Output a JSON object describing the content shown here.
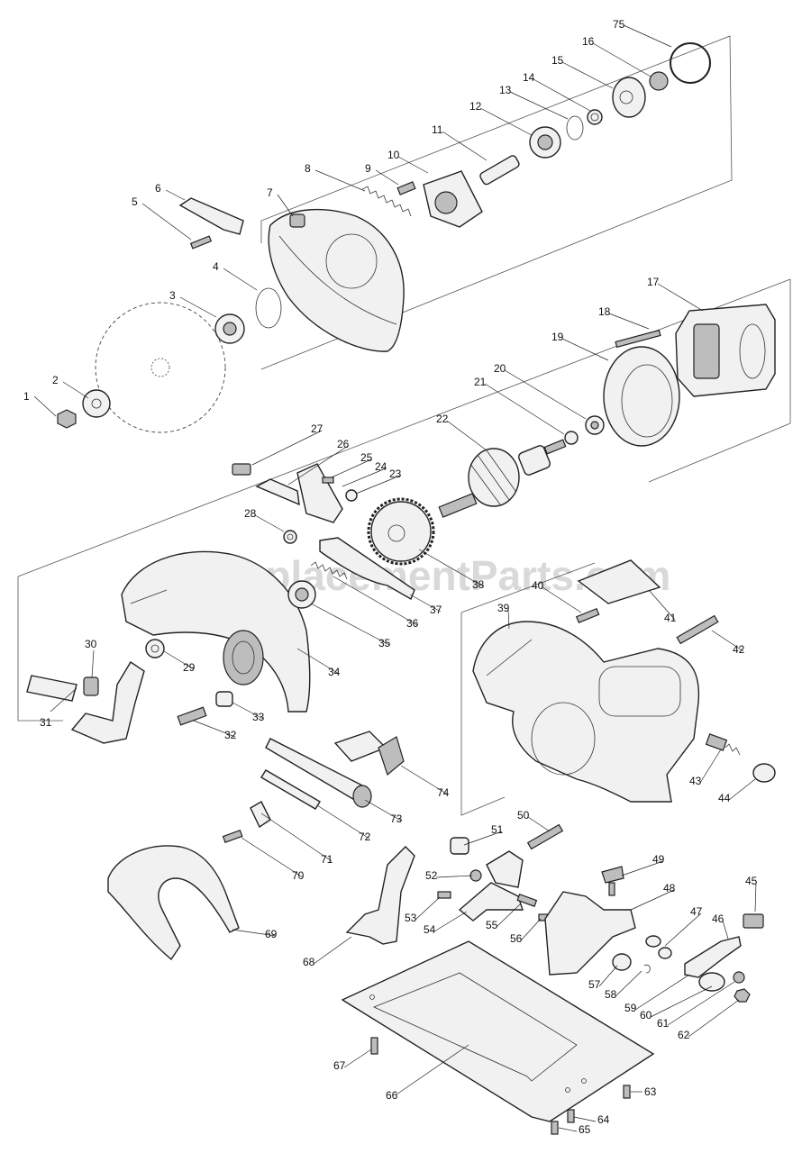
{
  "watermark": "eReplacementParts.com",
  "parts": [
    {
      "n": "1",
      "label": "1"
    },
    {
      "n": "2",
      "label": "2"
    },
    {
      "n": "3",
      "label": "3"
    },
    {
      "n": "4",
      "label": "4"
    },
    {
      "n": "5",
      "label": "5"
    },
    {
      "n": "6",
      "label": "6"
    },
    {
      "n": "7",
      "label": "7"
    },
    {
      "n": "8",
      "label": "8"
    },
    {
      "n": "9",
      "label": "9"
    },
    {
      "n": "10",
      "label": "10"
    },
    {
      "n": "11",
      "label": "11"
    },
    {
      "n": "12",
      "label": "12"
    },
    {
      "n": "13",
      "label": "13"
    },
    {
      "n": "14",
      "label": "14"
    },
    {
      "n": "15",
      "label": "15"
    },
    {
      "n": "16",
      "label": "16"
    },
    {
      "n": "17",
      "label": "17"
    },
    {
      "n": "18",
      "label": "18"
    },
    {
      "n": "19",
      "label": "19"
    },
    {
      "n": "20",
      "label": "20"
    },
    {
      "n": "21",
      "label": "21"
    },
    {
      "n": "22",
      "label": "22"
    },
    {
      "n": "23",
      "label": "23"
    },
    {
      "n": "24",
      "label": "24"
    },
    {
      "n": "25",
      "label": "25"
    },
    {
      "n": "26",
      "label": "26"
    },
    {
      "n": "27",
      "label": "27"
    },
    {
      "n": "28",
      "label": "28"
    },
    {
      "n": "29",
      "label": "29"
    },
    {
      "n": "30",
      "label": "30"
    },
    {
      "n": "31",
      "label": "31"
    },
    {
      "n": "32",
      "label": "32"
    },
    {
      "n": "33",
      "label": "33"
    },
    {
      "n": "34",
      "label": "34"
    },
    {
      "n": "35",
      "label": "35"
    },
    {
      "n": "36",
      "label": "36"
    },
    {
      "n": "37",
      "label": "37"
    },
    {
      "n": "38",
      "label": "38"
    },
    {
      "n": "39",
      "label": "39"
    },
    {
      "n": "40",
      "label": "40"
    },
    {
      "n": "41",
      "label": "41"
    },
    {
      "n": "42",
      "label": "42"
    },
    {
      "n": "43",
      "label": "43"
    },
    {
      "n": "44",
      "label": "44"
    },
    {
      "n": "45",
      "label": "45"
    },
    {
      "n": "46",
      "label": "46"
    },
    {
      "n": "47",
      "label": "47"
    },
    {
      "n": "48",
      "label": "48"
    },
    {
      "n": "49",
      "label": "49"
    },
    {
      "n": "50",
      "label": "50"
    },
    {
      "n": "51",
      "label": "51"
    },
    {
      "n": "52",
      "label": "52"
    },
    {
      "n": "53",
      "label": "53"
    },
    {
      "n": "54",
      "label": "54"
    },
    {
      "n": "55",
      "label": "55"
    },
    {
      "n": "56",
      "label": "56"
    },
    {
      "n": "57",
      "label": "57"
    },
    {
      "n": "58",
      "label": "58"
    },
    {
      "n": "59",
      "label": "59"
    },
    {
      "n": "60",
      "label": "60"
    },
    {
      "n": "61",
      "label": "61"
    },
    {
      "n": "62",
      "label": "62"
    },
    {
      "n": "63",
      "label": "63"
    },
    {
      "n": "64",
      "label": "64"
    },
    {
      "n": "65",
      "label": "65"
    },
    {
      "n": "66",
      "label": "66"
    },
    {
      "n": "67",
      "label": "67"
    },
    {
      "n": "68",
      "label": "68"
    },
    {
      "n": "69",
      "label": "69"
    },
    {
      "n": "70",
      "label": "70"
    },
    {
      "n": "71",
      "label": "71"
    },
    {
      "n": "72",
      "label": "72"
    },
    {
      "n": "73",
      "label": "73"
    },
    {
      "n": "74",
      "label": "74"
    },
    {
      "n": "75",
      "label": "75"
    }
  ]
}
